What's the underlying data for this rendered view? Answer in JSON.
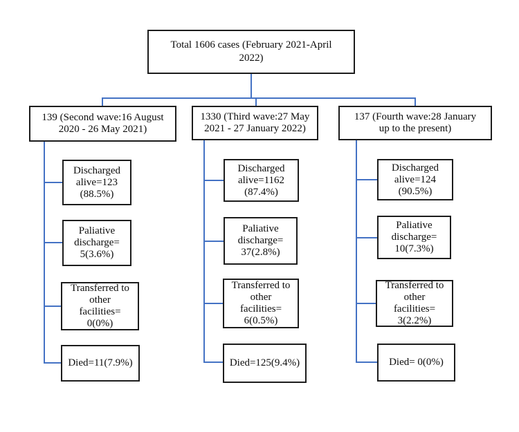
{
  "diagram": {
    "type": "flowchart",
    "connector_color": "#4472C4",
    "box_border_color": "#1c1c1c",
    "background_color": "#ffffff",
    "total_box": {
      "label": "Total 1606 cases (February 2021-April 2022)",
      "lines": [
        "Total 1606 cases (February 2021-April",
        "2022)"
      ]
    },
    "waves": [
      {
        "label": "139 (Second wave:16 August 2020 - 26 May 2021)",
        "lines": [
          "139 (Second wave:16 August",
          "2020 - 26 May 2021)"
        ],
        "count": 139,
        "outcomes": [
          {
            "name": "discharged-alive",
            "value": 123,
            "percent": "88.5%",
            "lines": [
              "Discharged",
              "alive=123",
              "(88.5%)"
            ]
          },
          {
            "name": "paliative-discharge",
            "value": 5,
            "percent": "3.6%",
            "lines": [
              "Paliative",
              "discharge=",
              "5(3.6%)"
            ]
          },
          {
            "name": "transferred-to-other-facilities",
            "value": 0,
            "percent": "0%",
            "lines": [
              "Transferred to",
              "other",
              "facilities=",
              "0(0%)"
            ]
          },
          {
            "name": "died",
            "value": 11,
            "percent": "7.9%",
            "lines": [
              "Died=11(7.9%)"
            ]
          }
        ]
      },
      {
        "label": "1330 (Third wave:27 May 2021 - 27 January 2022)",
        "lines": [
          "1330 (Third wave:27 May",
          "2021 - 27 January 2022)"
        ],
        "count": 1330,
        "outcomes": [
          {
            "name": "discharged-alive",
            "value": 1162,
            "percent": "87.4%",
            "lines": [
              "Discharged",
              "alive=1162",
              "(87.4%)"
            ]
          },
          {
            "name": "paliative-discharge",
            "value": 37,
            "percent": "2.8%",
            "lines": [
              "Paliative",
              "discharge=",
              "37(2.8%)"
            ]
          },
          {
            "name": "transferred-to-other-facilities",
            "value": 6,
            "percent": "0.5%",
            "lines": [
              "Transferred to",
              "other",
              "facilities=",
              "6(0.5%)"
            ]
          },
          {
            "name": "died",
            "value": 125,
            "percent": "9.4%",
            "lines": [
              "Died=125(9.4%)"
            ]
          }
        ]
      },
      {
        "label": "137 (Fourth wave:28 January up to the present)",
        "lines": [
          "137 (Fourth wave:28 January",
          "up to the present)"
        ],
        "count": 137,
        "outcomes": [
          {
            "name": "discharged-alive",
            "value": 124,
            "percent": "90.5%",
            "lines": [
              "Discharged",
              "alive=124",
              "(90.5%)"
            ]
          },
          {
            "name": "paliative-discharge",
            "value": 10,
            "percent": "7.3%",
            "lines": [
              "Paliative",
              "discharge=",
              "10(7.3%)"
            ]
          },
          {
            "name": "transferred-to-other-facilities",
            "value": 3,
            "percent": "2.2%",
            "lines": [
              "Transferred to",
              "other",
              "facilities=",
              "3(2.2%)"
            ]
          },
          {
            "name": "died",
            "value": 0,
            "percent": "0%",
            "lines": [
              "Died= 0(0%)"
            ]
          }
        ]
      }
    ]
  }
}
